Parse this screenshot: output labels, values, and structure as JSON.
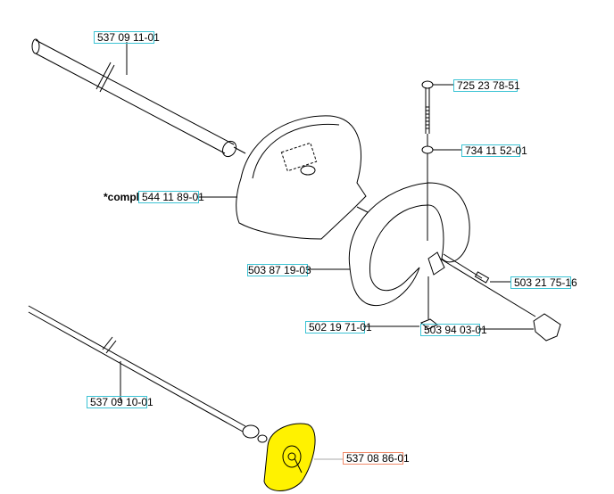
{
  "parts": [
    {
      "id": "tube",
      "number": "537 09 11-01"
    },
    {
      "id": "bolt",
      "number": "725 23 78-51"
    },
    {
      "id": "washer",
      "number": "734 11 52-01"
    },
    {
      "id": "cover",
      "number": "544 11 89-01",
      "prefix": "*compl"
    },
    {
      "id": "handle",
      "number": "503 87 19-03"
    },
    {
      "id": "screw",
      "number": "503 21 75-16"
    },
    {
      "id": "nut",
      "number": "502 19 71-01"
    },
    {
      "id": "switch",
      "number": "503 94 03-01"
    },
    {
      "id": "shaft",
      "number": "537 09 10-01"
    },
    {
      "id": "disc",
      "number": "537 08 86-01",
      "selected": true
    }
  ],
  "colors": {
    "label_border": "#3cc3d4",
    "selected_border": "#f08a6a",
    "highlight": "#fff200"
  }
}
